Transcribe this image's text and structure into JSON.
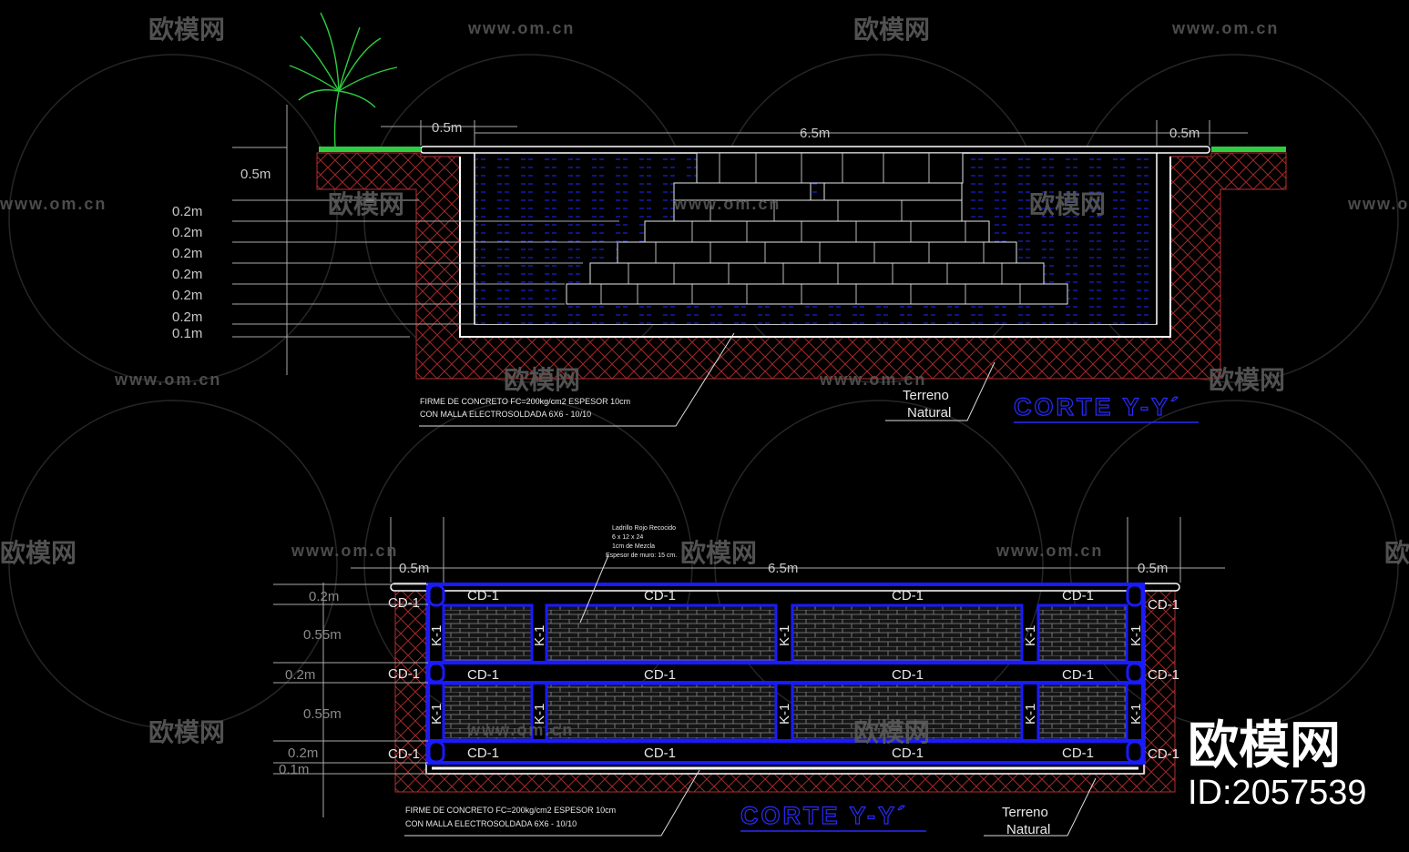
{
  "section_upper": {
    "title": "CORTE Y-Y´",
    "dims_top": [
      "0.5m",
      "6.5m",
      "0.5m"
    ],
    "dims_left": [
      "0.5m",
      "0.2m",
      "0.2m",
      "0.2m",
      "0.2m",
      "0.2m",
      "0.2m",
      "0.1m"
    ],
    "note_line1": "FIRME DE CONCRETO FC=200kg/cm2  ESPESOR 10cm",
    "note_line2": "CON MALLA ELECTROSOLDADA 6X6 - 10/10",
    "terrain_line1": "Terreno",
    "terrain_line2": "Natural"
  },
  "section_lower": {
    "title": "CORTE Y-Y´",
    "dims_top": [
      "0.5m",
      "6.5m",
      "0.5m"
    ],
    "dims_left": [
      "0.2m",
      "0.55m",
      "0.2m",
      "0.55m",
      "0.2m",
      "0.1m"
    ],
    "brick_note": [
      "Ladrillo Rojo Recocido",
      "6 x 12 x 24",
      "1cm de Mezcla",
      "Espesor de muro: 15 cm."
    ],
    "beam_label": "CD-1",
    "column_label": "K-1",
    "note_line1": "FIRME DE CONCRETO FC=200kg/cm2  ESPESOR 10cm",
    "note_line2": "CON MALLA ELECTROSOLDADA 6X6 - 10/10",
    "terrain_line1": "Terreno",
    "terrain_line2": "Natural"
  },
  "watermark": {
    "brand": "欧模网",
    "url": "www.om.cn",
    "id_label": "ID:2057539"
  },
  "colors": {
    "background": "#000000",
    "hatch": "#b03030",
    "water": "#1b2cff",
    "structure_blue": "#1a1aff",
    "grass": "#2ecc40",
    "title_outline": "#2a2aff"
  }
}
